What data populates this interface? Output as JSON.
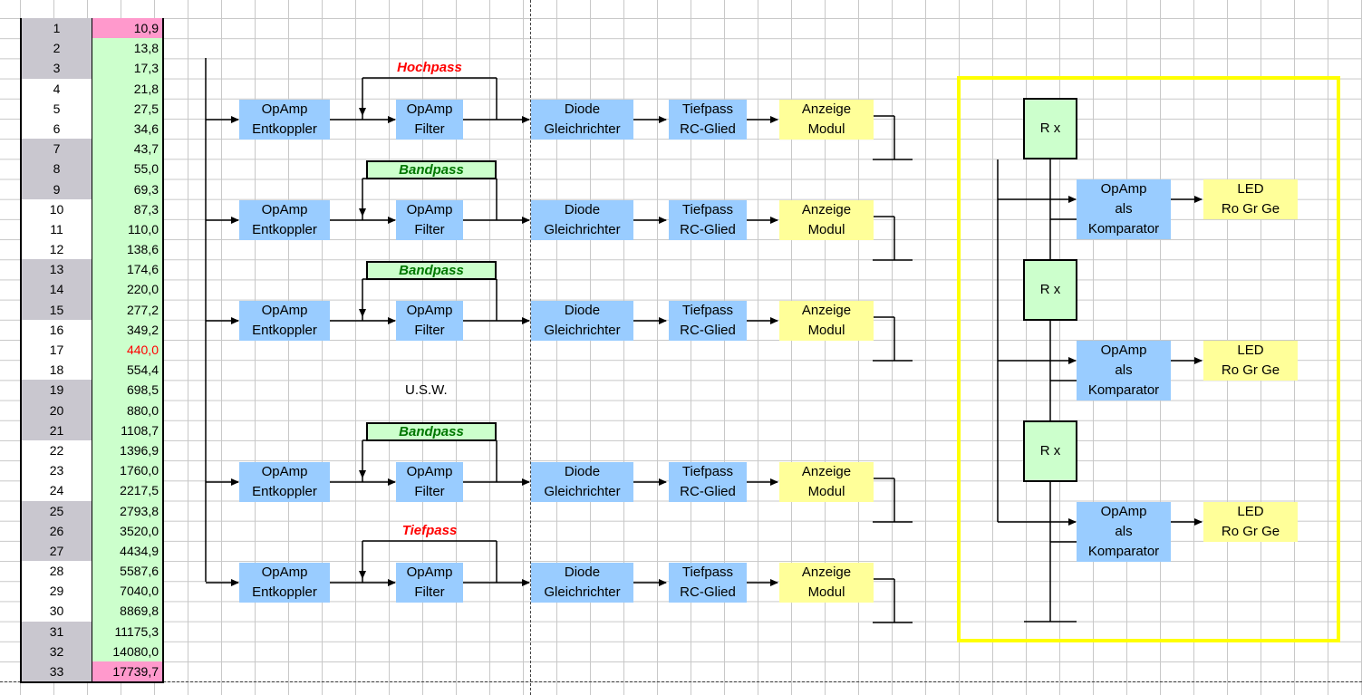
{
  "table": {
    "rows": [
      {
        "n": "1",
        "v": "10,9",
        "shade": "gray",
        "vcolor": "pink"
      },
      {
        "n": "2",
        "v": "13,8",
        "shade": "gray"
      },
      {
        "n": "3",
        "v": "17,3",
        "shade": "gray"
      },
      {
        "n": "4",
        "v": "21,8",
        "shade": "white"
      },
      {
        "n": "5",
        "v": "27,5",
        "shade": "white"
      },
      {
        "n": "6",
        "v": "34,6",
        "shade": "white"
      },
      {
        "n": "7",
        "v": "43,7",
        "shade": "gray"
      },
      {
        "n": "8",
        "v": "55,0",
        "shade": "gray"
      },
      {
        "n": "9",
        "v": "69,3",
        "shade": "gray"
      },
      {
        "n": "10",
        "v": "87,3",
        "shade": "white"
      },
      {
        "n": "11",
        "v": "110,0",
        "shade": "white"
      },
      {
        "n": "12",
        "v": "138,6",
        "shade": "white"
      },
      {
        "n": "13",
        "v": "174,6",
        "shade": "gray"
      },
      {
        "n": "14",
        "v": "220,0",
        "shade": "gray"
      },
      {
        "n": "15",
        "v": "277,2",
        "shade": "gray"
      },
      {
        "n": "16",
        "v": "349,2",
        "shade": "white"
      },
      {
        "n": "17",
        "v": "440,0",
        "shade": "white",
        "text": "red"
      },
      {
        "n": "18",
        "v": "554,4",
        "shade": "white"
      },
      {
        "n": "19",
        "v": "698,5",
        "shade": "gray"
      },
      {
        "n": "20",
        "v": "880,0",
        "shade": "gray"
      },
      {
        "n": "21",
        "v": "1108,7",
        "shade": "gray"
      },
      {
        "n": "22",
        "v": "1396,9",
        "shade": "white"
      },
      {
        "n": "23",
        "v": "1760,0",
        "shade": "white"
      },
      {
        "n": "24",
        "v": "2217,5",
        "shade": "white"
      },
      {
        "n": "25",
        "v": "2793,8",
        "shade": "gray"
      },
      {
        "n": "26",
        "v": "3520,0",
        "shade": "gray"
      },
      {
        "n": "27",
        "v": "4434,9",
        "shade": "gray"
      },
      {
        "n": "28",
        "v": "5587,6",
        "shade": "white"
      },
      {
        "n": "29",
        "v": "7040,0",
        "shade": "white"
      },
      {
        "n": "30",
        "v": "8869,8",
        "shade": "white"
      },
      {
        "n": "31",
        "v": "11175,3",
        "shade": "gray"
      },
      {
        "n": "32",
        "v": "14080,0",
        "shade": "gray"
      },
      {
        "n": "33",
        "v": "17739,7",
        "shade": "gray",
        "vcolor": "pink"
      }
    ]
  },
  "chains": [
    {
      "filter_label": "Hochpass",
      "label_color": "red"
    },
    {
      "filter_label": "Bandpass",
      "label_color": "green"
    },
    {
      "filter_label": "Bandpass",
      "label_color": "green"
    },
    {
      "filter_label": "Bandpass",
      "label_color": "green"
    },
    {
      "filter_label": "Tiefpass",
      "label_color": "red"
    }
  ],
  "blocks": {
    "opamp_entkoppler": [
      "OpAmp",
      "Entkoppler"
    ],
    "opamp_filter": [
      "OpAmp",
      "Filter"
    ],
    "diode": [
      "Diode",
      "Gleichrichter"
    ],
    "tiefpass": [
      "Tiefpass",
      "RC-Glied"
    ],
    "anzeige": [
      "Anzeige",
      "Modul"
    ]
  },
  "usw": "U.S.W.",
  "right_panel": {
    "resistor": "R x",
    "comparator": [
      "OpAmp",
      "als",
      "Komparator"
    ],
    "led": [
      "LED",
      "Ro Gr Ge"
    ]
  },
  "colors": {
    "blue_block": "#99ccff",
    "yellow_block": "#ffff99",
    "green_block": "#ccffcc",
    "frame": "#ffff00"
  }
}
